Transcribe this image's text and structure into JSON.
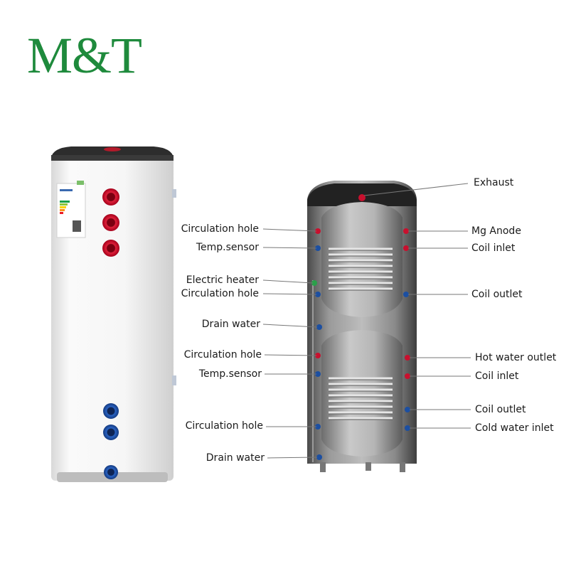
{
  "brand": {
    "logo_text": "M&T",
    "color": "#1e8a3c"
  },
  "labels_left": [
    "Circulation hole",
    "Temp.sensor",
    "Electric heater",
    "Circulation hole",
    "Drain water",
    "Circulation hole",
    "Temp.sensor",
    "Circulation hole",
    "Drain water"
  ],
  "labels_right": [
    "Exhaust",
    "Mg Anode",
    "Coil inlet",
    "Coil outlet",
    "Hot water outlet",
    "Coil inlet",
    "Coil outlet",
    "Cold water inlet"
  ],
  "colors": {
    "hot_fitting": "#c8102e",
    "cold_fitting": "#1c4fa1",
    "tank_body": "#f4f4f4",
    "tank_top": "#2a2a2a"
  }
}
